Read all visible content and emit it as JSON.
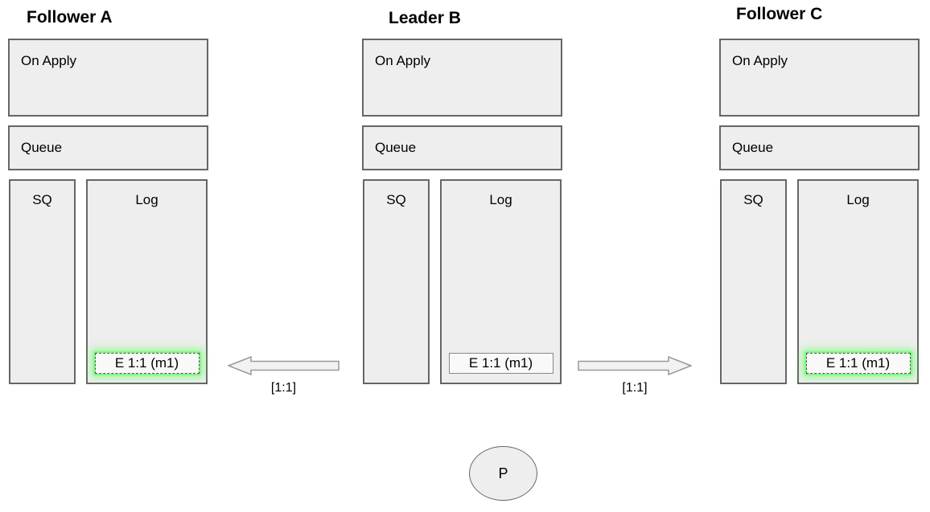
{
  "diagram": {
    "nodes": [
      {
        "id": "follower-a",
        "title": "Follower A",
        "on_apply_label": "On Apply",
        "queue_label": "Queue",
        "sq_label": "SQ",
        "log_label": "Log",
        "log_entry": {
          "label": "E 1:1 (m1)",
          "highlighted": true
        }
      },
      {
        "id": "leader-b",
        "title": "Leader B",
        "on_apply_label": "On Apply",
        "queue_label": "Queue",
        "sq_label": "SQ",
        "log_label": "Log",
        "log_entry": {
          "label": "E 1:1 (m1)",
          "highlighted": false
        }
      },
      {
        "id": "follower-c",
        "title": "Follower C",
        "on_apply_label": "On Apply",
        "queue_label": "Queue",
        "sq_label": "SQ",
        "log_label": "Log",
        "log_entry": {
          "label": "E 1:1 (m1)",
          "highlighted": true
        }
      }
    ],
    "arrows": [
      {
        "from": "leader-b",
        "to": "follower-a",
        "direction": "left",
        "label": "[1:1]"
      },
      {
        "from": "leader-b",
        "to": "follower-c",
        "direction": "right",
        "label": "[1:1]"
      }
    ],
    "proposer": {
      "label": "P"
    },
    "colors": {
      "background": "#ffffff",
      "box_fill": "#eeeeee",
      "box_border": "#666666",
      "entry_fill": "#f9f9f9",
      "entry_border_dashed": "#555555",
      "entry_border_solid": "#888888",
      "highlight_glow": "#60ff60",
      "arrow_fill": "#f2f2f2",
      "arrow_border": "#999999",
      "text": "#000000"
    }
  }
}
